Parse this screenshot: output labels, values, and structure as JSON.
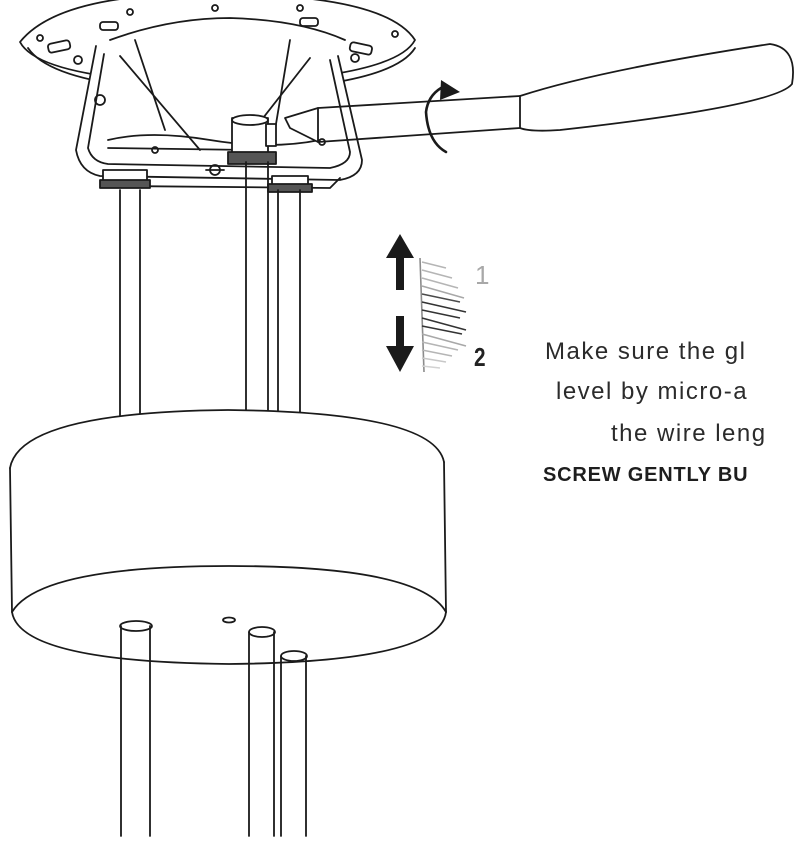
{
  "instructions": {
    "line1": "Make sure the gl",
    "line2": "level by micro-a",
    "line3": "the wire leng",
    "line4": "SCREW GENTLY BU"
  },
  "indicator": {
    "step_top": "1",
    "step_bottom": "2"
  },
  "icons": {
    "rotate": "rotate-arrow-icon",
    "up": "arrow-up-icon",
    "down": "arrow-down-icon"
  },
  "colors": {
    "line": "#1a1a1a",
    "muted": "#a8a8a8",
    "background": "#ffffff"
  }
}
